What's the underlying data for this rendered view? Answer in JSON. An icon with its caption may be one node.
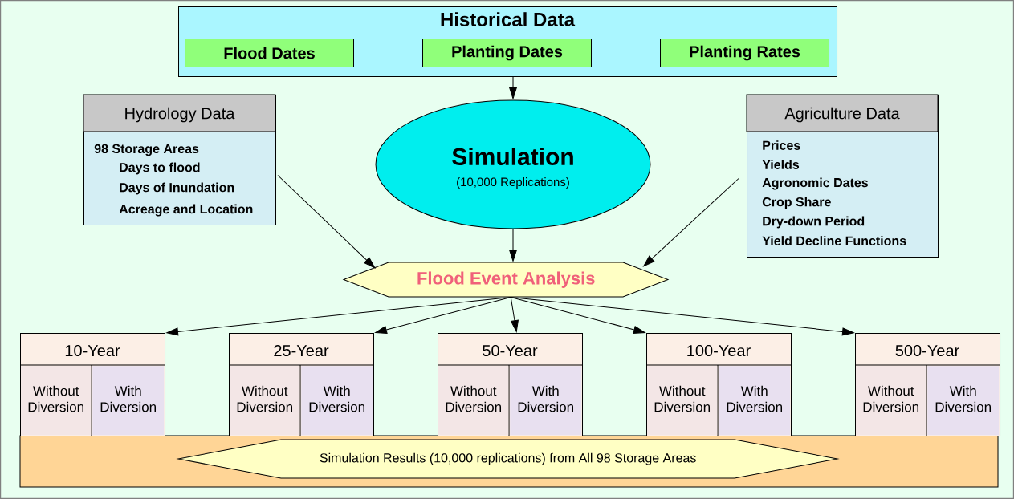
{
  "diagram": {
    "nodes": [
      {
        "text": [
          "Historical Data"
        ]
      },
      {
        "text": [
          "Flood Dates"
        ],
        "in": 0
      },
      {
        "text": [
          "Planting Dates"
        ],
        "in": 0
      },
      {
        "text": [
          "Planting Rates"
        ],
        "in": 0
      },
      {
        "text": [
          "Hydrology Data",
          "98 Storage Areas",
          "Days to flood",
          "Days of Inundation",
          "Acreage and Location"
        ]
      },
      {
        "text": [
          "Simulation",
          "(10,000 Replications)"
        ]
      },
      {
        "text": [
          "Agriculture Data",
          "Prices",
          "Yields",
          "Agronomic Dates",
          "Crop Share",
          "Dry-down Period",
          "Yield Decline Functions"
        ]
      },
      {
        "text": [
          "Flood Event Analysis"
        ]
      },
      {
        "text": [
          "10-Year"
        ]
      },
      {
        "text": [
          "Without Diversion"
        ],
        "in": 8
      },
      {
        "text": [
          "With Diversion"
        ],
        "in": 8
      },
      {
        "text": [
          "25-Year"
        ]
      },
      {
        "text": [
          "Without Diversion"
        ],
        "in": 11
      },
      {
        "text": [
          "With Diversion"
        ],
        "in": 11
      },
      {
        "text": [
          "50-Year"
        ]
      },
      {
        "text": [
          "Without Diversion"
        ],
        "in": 14
      },
      {
        "text": [
          "With Diversion"
        ],
        "in": 14
      },
      {
        "text": [
          "100-Year"
        ]
      },
      {
        "text": [
          "Without Diversion"
        ],
        "in": 17
      },
      {
        "text": [
          "With Diversion"
        ],
        "in": 17
      },
      {
        "text": [
          "500-Year"
        ]
      },
      {
        "text": [
          "Without Diversion"
        ],
        "in": 20
      },
      {
        "text": [
          "With Diversion"
        ],
        "in": 20
      },
      {
        "text": [
          "Simulation Results (10,000 replications) from All 98 Storage Areas"
        ]
      }
    ],
    "edges": [
      {
        "from": 0,
        "to": 5,
        "arrow": "to"
      },
      {
        "from": 5,
        "to": 7,
        "arrow": "to"
      },
      {
        "from": 4,
        "to": 7,
        "arrow": "to"
      },
      {
        "from": 6,
        "to": 7,
        "arrow": "to"
      },
      {
        "from": 7,
        "to": 8,
        "arrow": "to"
      },
      {
        "from": 7,
        "to": 11,
        "arrow": "to"
      },
      {
        "from": 7,
        "to": 14,
        "arrow": "to"
      },
      {
        "from": 7,
        "to": 17,
        "arrow": "to"
      },
      {
        "from": 7,
        "to": 20,
        "arrow": "to"
      }
    ]
  }
}
